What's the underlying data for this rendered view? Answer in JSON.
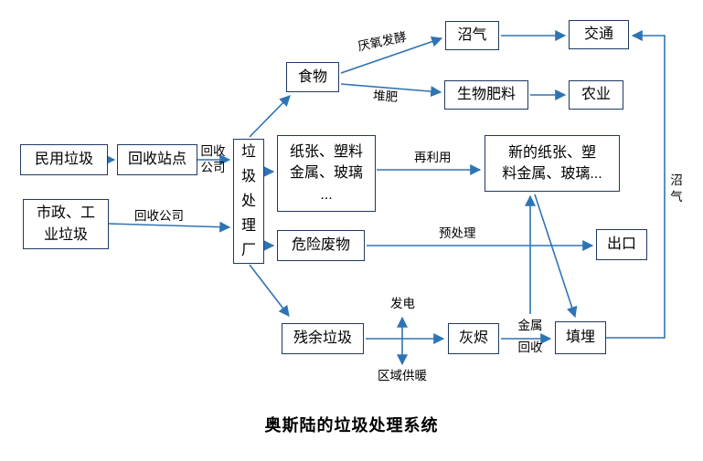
{
  "title": "奥斯陆的垃圾处理系统",
  "colors": {
    "arrow": "#2e74b5",
    "box_border": "#1f3864",
    "text": "#000000"
  },
  "nodes": {
    "civil_waste": "民用垃圾",
    "recycling_station": "回收站点",
    "municipal_industrial_waste": "市政、工\n业垃圾",
    "waste_treatment_plant": "垃\n圾\n处\n理\n厂",
    "food": "食物",
    "recyclables": "纸张、塑料\n金属、玻璃\n...",
    "hazardous_waste": "危险废物",
    "residual_waste": "残余垃圾",
    "biogas": "沼气",
    "bio_fertilizer": "生物肥料",
    "new_materials": "新的纸张、塑\n料金属、玻璃...",
    "export": "出口",
    "ash": "灰烬",
    "landfill": "填埋",
    "transport": "交通",
    "agriculture": "农业"
  },
  "edge_labels": {
    "recycling_company": "回收公司",
    "anaerobic_fermentation": "厌氧发酵",
    "composting": "堆肥",
    "reuse": "再利用",
    "pretreatment": "预处理",
    "power_generation": "发电",
    "district_heating": "区域供暖",
    "metal_recovery": "金属\n回收",
    "landfill_biogas": "沼\n气"
  }
}
